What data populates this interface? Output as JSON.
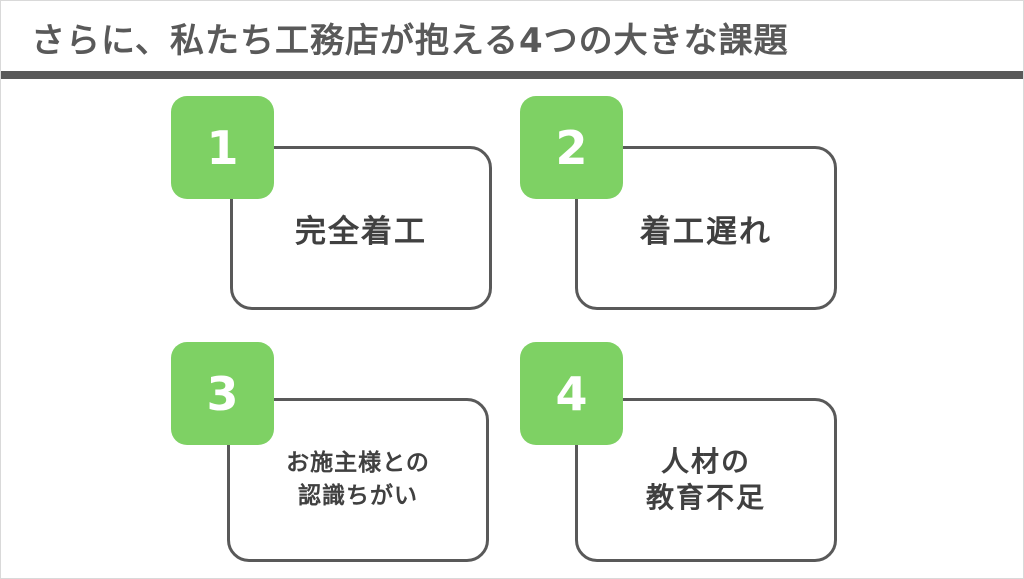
{
  "slide": {
    "title": "さらに、私たち工務店が抱える4つの大きな課題"
  },
  "items": [
    {
      "number": "1",
      "label": "完全着工"
    },
    {
      "number": "2",
      "label": "着工遅れ"
    },
    {
      "number": "3",
      "label": "お施主様との\n認識ちがい"
    },
    {
      "number": "4",
      "label": "人材の\n教育不足"
    }
  ],
  "colors": {
    "accent": "#7ed164",
    "heading": "#595959",
    "card_border": "#595959",
    "text": "#404040"
  }
}
